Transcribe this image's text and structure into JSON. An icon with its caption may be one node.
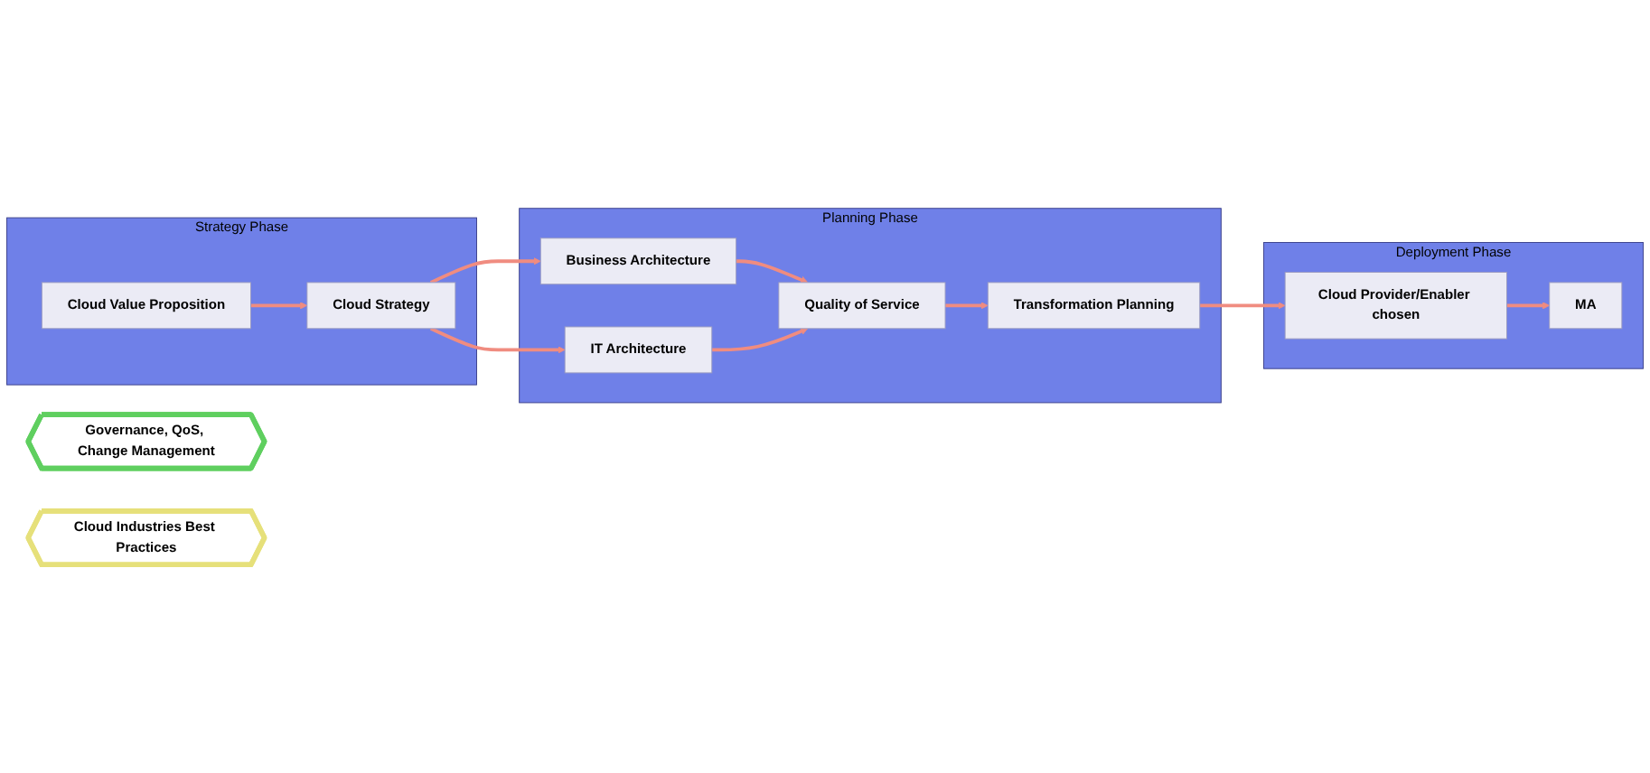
{
  "diagram": {
    "nodes": [
      {
        "text": [
          "Governance, QoS, Change Management"
        ]
      },
      {
        "text": [
          "Strategy Phase"
        ]
      },
      {
        "text": [
          "Cloud Value Proposition"
        ],
        "in": 1
      },
      {
        "text": [
          "Cloud Strategy"
        ],
        "in": 1
      },
      {
        "text": [
          "Planning Phase"
        ]
      },
      {
        "text": [
          "Business Architecture"
        ],
        "in": 4
      },
      {
        "text": [
          "Quality of Service"
        ],
        "in": 4
      },
      {
        "text": [
          "IT Architecture"
        ],
        "in": 4
      },
      {
        "text": [
          "Transformation Planning"
        ],
        "in": 4
      },
      {
        "text": [
          "Deployment Phase"
        ]
      },
      {
        "text": [
          "Cloud Provider/Enabler chosen"
        ],
        "in": 9
      },
      {
        "text": [
          "MA"
        ],
        "in": 9
      },
      {
        "text": [
          "Cloud Industries Best Practices"
        ]
      }
    ],
    "edges": [
      {
        "from": 2,
        "to": 3,
        "arrow": "to"
      },
      {
        "from": 3,
        "to": 5,
        "arrow": "to"
      },
      {
        "from": 3,
        "to": 7,
        "arrow": "to"
      },
      {
        "from": 5,
        "to": 6,
        "arrow": "to"
      },
      {
        "from": 7,
        "to": 6,
        "arrow": "to"
      },
      {
        "from": 6,
        "to": 8,
        "arrow": "to"
      },
      {
        "from": 8,
        "to": 10,
        "arrow": "to"
      },
      {
        "from": 10,
        "to": 11,
        "arrow": "to"
      }
    ]
  }
}
